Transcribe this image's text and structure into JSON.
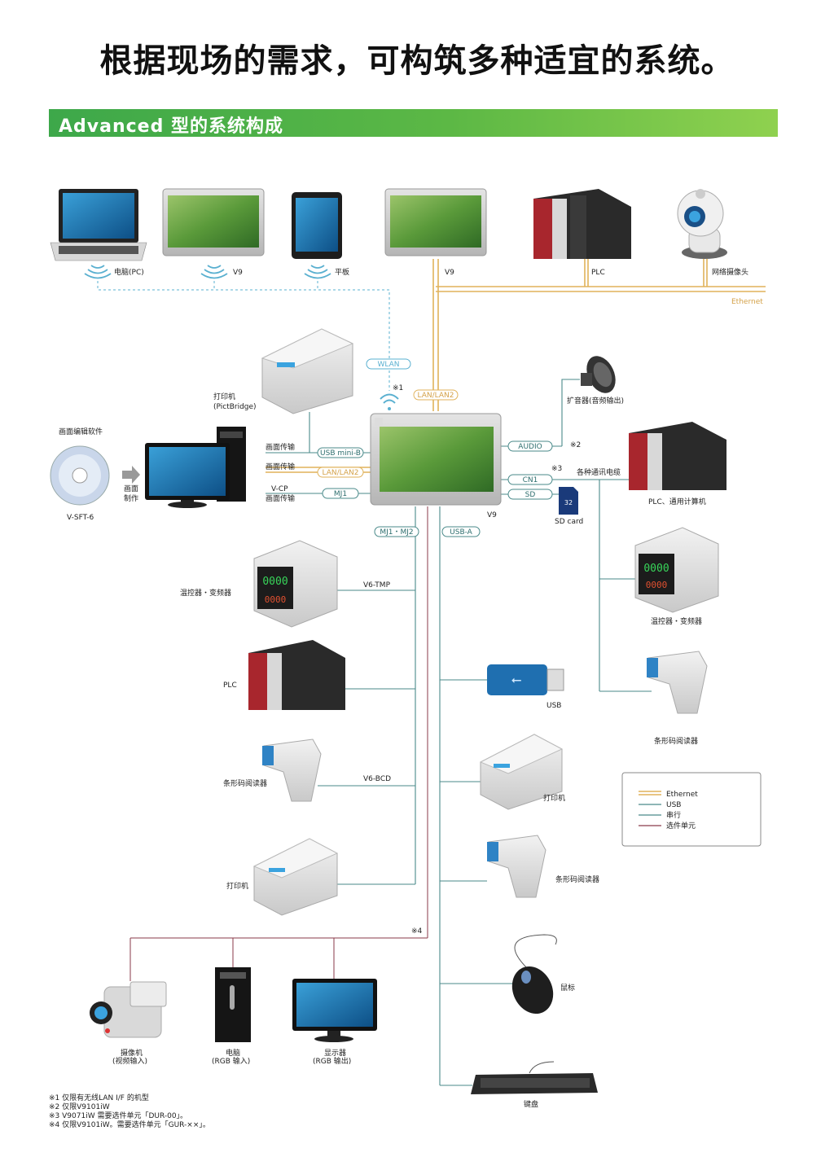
{
  "title": "根据现场的需求，可构筑多种适宜的系统。",
  "banner": "Advanced 型的系统构成",
  "top_row": {
    "pc": "电脑(PC)",
    "v9_wireless": "V9",
    "tablet": "平板",
    "v9_lan": "V9",
    "plc": "PLC",
    "camera": "网络摄像头",
    "ethernet": "Ethernet"
  },
  "links": {
    "wlan": "WLAN",
    "note1": "※1",
    "lan": "LAN/LAN2",
    "usb_minib": "USB mini-B",
    "lan2": "LAN/LAN2",
    "mj1": "MJ1",
    "audio": "AUDIO",
    "note2": "※2",
    "cn1": "CN1",
    "note3": "※3",
    "sd": "SD",
    "mj1mj2": "MJ1・MJ2",
    "usba": "USB-A",
    "note4": "※4",
    "v6tmp": "V6-TMP",
    "v6bcd": "V6-BCD"
  },
  "left": {
    "printer_pict": "打印机",
    "printer_pict_sub": "(PictBridge)",
    "software": "画面编辑软件",
    "software_name": "V-SFT-6",
    "make1": "画面",
    "make2": "制作",
    "transfer1": "画面传输",
    "transfer2": "画面传输",
    "vcp": "V-CP",
    "transfer3": "画面传输"
  },
  "center": {
    "v9": "V9"
  },
  "right": {
    "speaker": "扩音器(音频输出)",
    "comm": "各种通讯电缆",
    "sdcard": "SD card",
    "plc_pc": "PLC、通用计算机",
    "temp": "温控器・变频器",
    "barcode": "条形码阅读器"
  },
  "mj": {
    "temp": "温控器・变频器",
    "plc": "PLC",
    "barcode": "条形码阅读器",
    "printer": "打印机"
  },
  "usb": {
    "usb": "USB",
    "printer": "打印机",
    "barcode": "条形码阅读器",
    "mouse": "鼠标",
    "keyboard": "键盘"
  },
  "video": {
    "camera": "摄像机",
    "camera_sub": "(视频输入)",
    "pc": "电脑",
    "pc_sub": "(RGB 输入)",
    "monitor": "显示器",
    "monitor_sub": "(RGB 输出)"
  },
  "legend": {
    "ethernet": "Ethernet",
    "usb": "USB",
    "serial": "串行",
    "option": "选件单元"
  },
  "footnotes": [
    "※1 仅限有无线LAN I/F 的机型",
    "※2 仅限V9101iW",
    "※3 V9071iW 需要选件单元「DUR-00」。",
    "※4 仅限V9101iW。需要选件单元「GUR-××」。"
  ],
  "colors": {
    "ethernet": "#e0b25a",
    "usb": "#4a8a8a",
    "serial": "#4a8a8a",
    "option": "#8a3a4a",
    "banner": "#4caf50",
    "wlan": "#5ab0d0"
  }
}
